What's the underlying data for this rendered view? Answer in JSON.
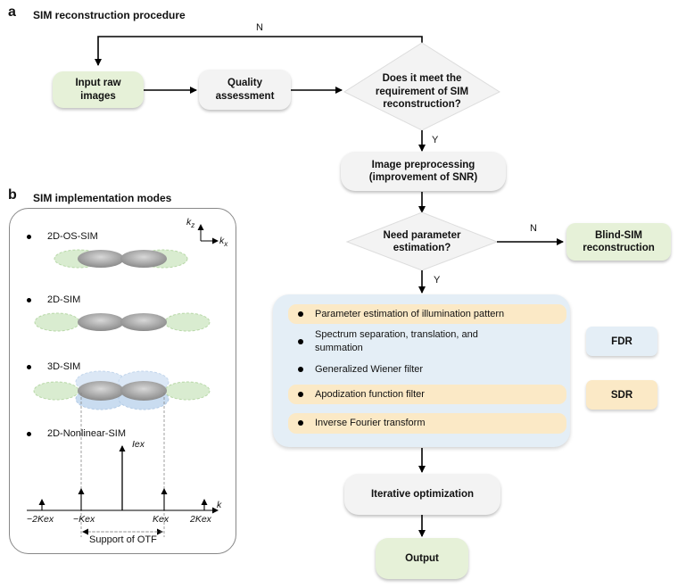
{
  "panel_a": {
    "letter": "a",
    "title": "SIM reconstruction procedure",
    "input_raw": "Input raw\nimages",
    "quality": "Quality\nassessment",
    "decision1": "Does it meet the\nrequirement of SIM\nreconstruction?",
    "edge_n_top": "N",
    "edge_y1": "Y",
    "preprocess": "Image preprocessing\n(improvement of SNR)",
    "decision2": "Need parameter\nestimation?",
    "edge_n2": "N",
    "blind": "Blind-SIM\nreconstruction",
    "edge_y2": "Y",
    "steps": [
      "Parameter estimation of illumination pattern",
      "Spectrum separation, translation, and\nsummation",
      "Generalized Wiener filter",
      "Apodization function filter",
      "Inverse Fourier transform"
    ],
    "fdr": "FDR",
    "sdr": "SDR",
    "iterative": "Iterative optimization",
    "output": "Output",
    "colors": {
      "green": "#e6f1d8",
      "grey": "#f3f3f3",
      "blue": "#e4eef6",
      "yellow": "#fbe9c6"
    }
  },
  "panel_b": {
    "letter": "b",
    "title": "SIM implementation modes",
    "modes": [
      "2D-OS-SIM",
      "2D-SIM",
      "3D-SIM",
      "2D-Nonlinear-SIM"
    ],
    "axis_kz": "k",
    "axis_kz_sub": "z",
    "axis_kx": "k",
    "axis_kx_sub": "x",
    "iex": "Iex",
    "k_label": "k",
    "ticks": [
      "−2Kex",
      "−Kex",
      "Kex",
      "2Kex"
    ],
    "support": "Support of OTF"
  }
}
